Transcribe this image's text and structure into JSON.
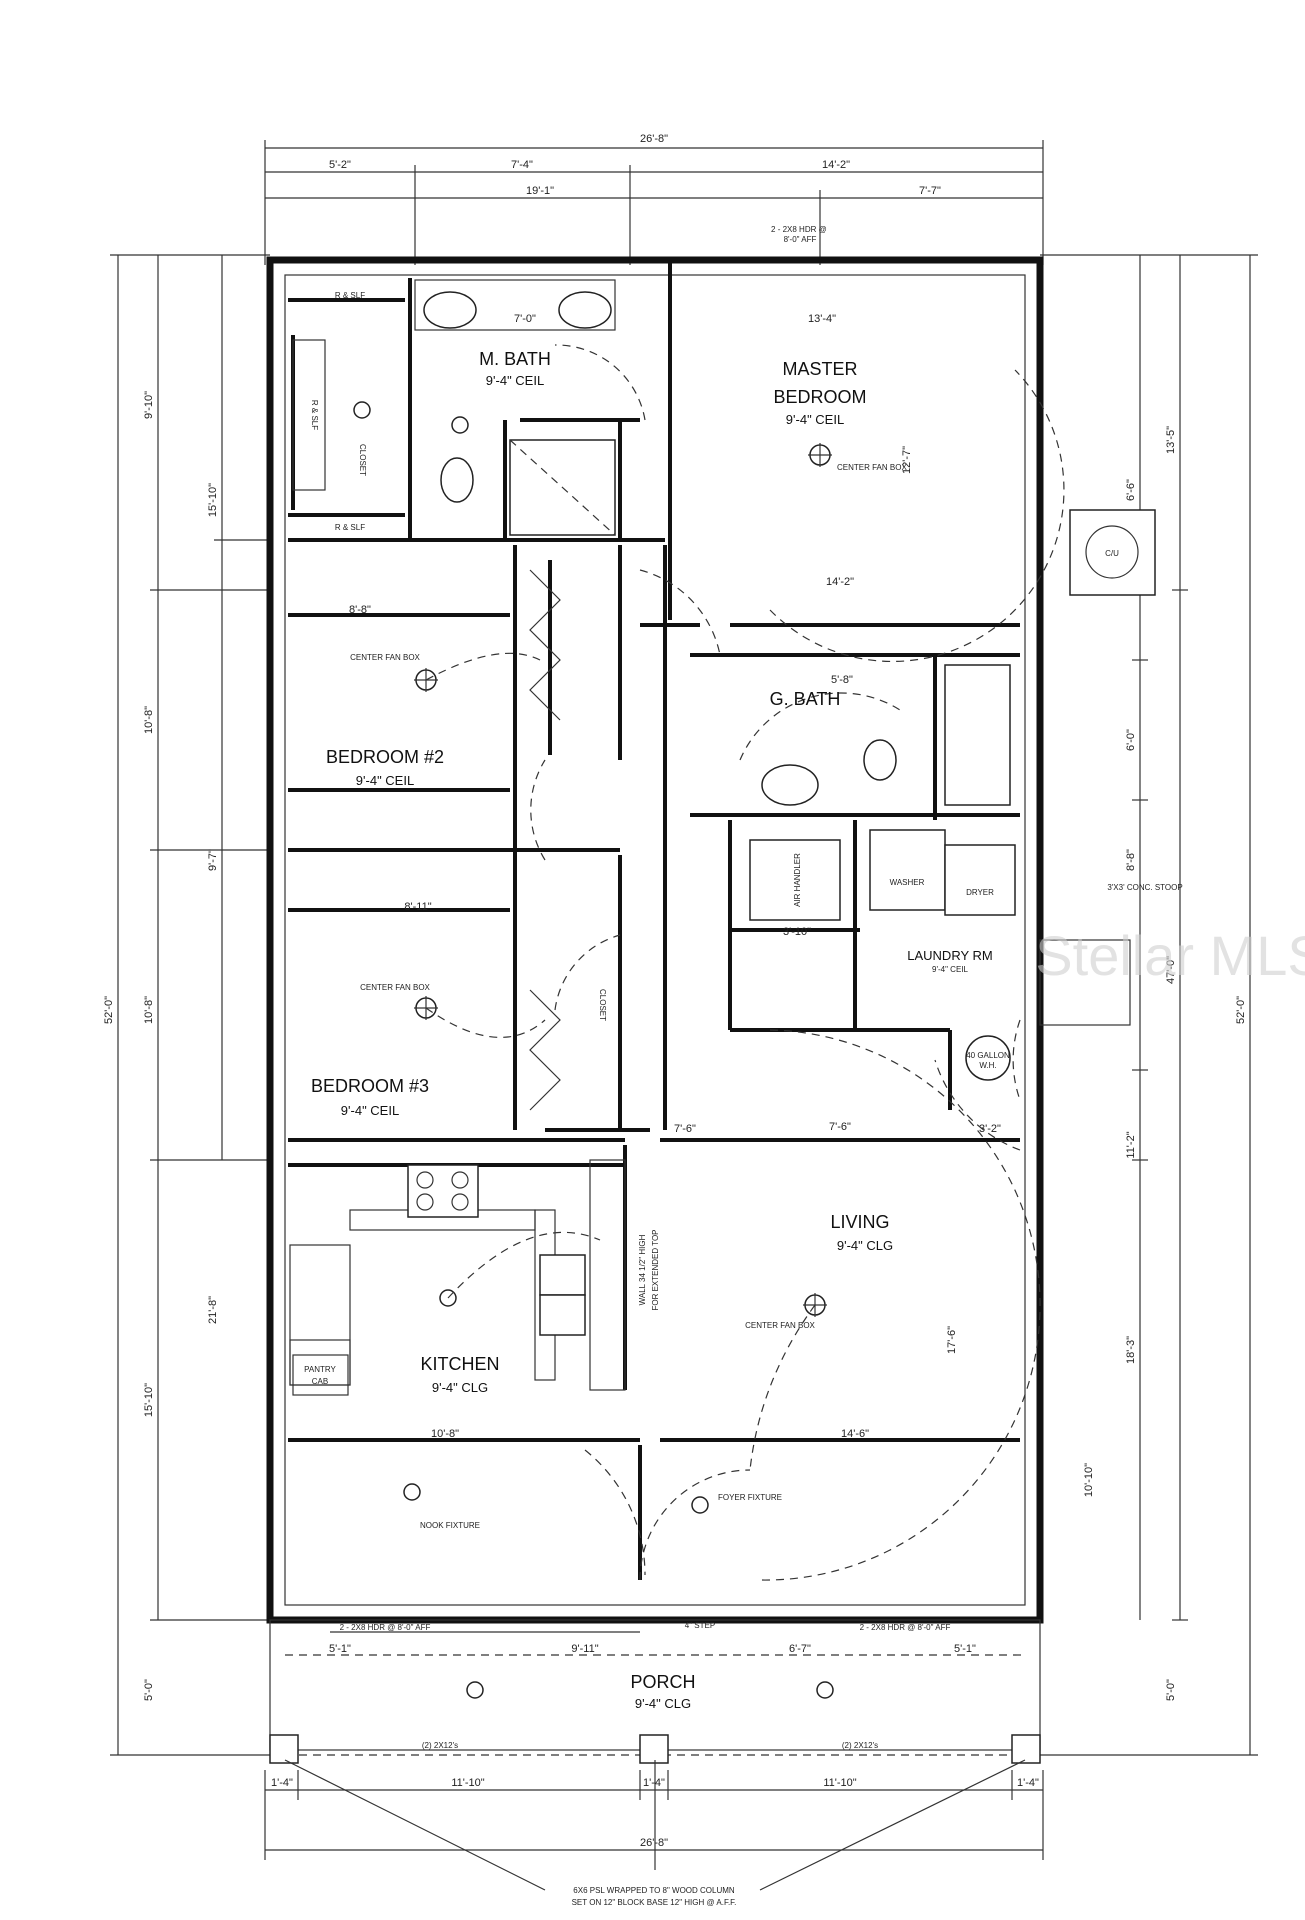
{
  "overall": {
    "width_top": "26'-8\"",
    "width_bottom": "26'-8\"",
    "depth_left": "52'-0\"",
    "depth_right": "52'-0\""
  },
  "top_dims": {
    "row1": [
      "5'-2\"",
      "7'-4\"",
      "14'-2\""
    ],
    "row2": [
      "19'-1\"",
      "7'-7\""
    ],
    "header_note": "2 - 2X8 HDR @\n8'-0\" AFF"
  },
  "left_dims": {
    "outer": [
      "9'-10\"",
      "15'-10\"",
      "10'-8\"",
      "9'-7\"",
      "10'-8\"",
      "21'-8\"",
      "15'-10\"",
      "5'-0\""
    ]
  },
  "right_dims": {
    "outer": [
      "13'-5\"",
      "6'-6\"",
      "6'-0\"",
      "8'-8\"",
      "47'-0\"",
      "11'-2\"",
      "18'-3\"",
      "10'-10\"",
      "5'-0\""
    ]
  },
  "rooms": {
    "master": {
      "name": "MASTER\nBEDROOM",
      "ceil": "9'-4\" CEIL"
    },
    "mbath": {
      "name": "M. BATH",
      "ceil": "9'-4\" CEIL"
    },
    "bed2": {
      "name": "BEDROOM #2",
      "ceil": "9'-4\" CEIL"
    },
    "bed3": {
      "name": "BEDROOM #3",
      "ceil": "9'-4\"  CEIL"
    },
    "gbath": {
      "name": "G. BATH"
    },
    "laundry": {
      "name": "LAUNDRY RM",
      "ceil": "9'-4\" CEIL"
    },
    "living": {
      "name": "LIVING",
      "ceil": "9'-4\" CLG"
    },
    "kitchen": {
      "name": "KITCHEN",
      "ceil": "9'-4\" CLG"
    },
    "porch": {
      "name": "PORCH",
      "ceil": "9'-4\" CLG"
    }
  },
  "labels": {
    "rslf_top": "R & SLF",
    "rslf_bot": "R & SLF",
    "rslf_side": "R & SLF",
    "closet": "CLOSET",
    "center_fan": "CENTER\nFAN BOX",
    "nook": "NOOK\nFIXTURE",
    "foyer": "FOYER\nFIXTURE",
    "pantry": "PANTRY\nCAB",
    "washer": "WASHER",
    "dryer": "DRYER",
    "air_handler": "AIR\nHANDLER",
    "wall_note": "WALL 34 1/2\" HIGH\nFOR EXTENDED TOP",
    "step": "4\" STEP",
    "slab": "3'X3' CONC. STOOP",
    "wh": "40 GALLON\nW.H.",
    "column_note": "6X6 PSL WRAPPED TO 8\" WOOD COLUMN\nSET ON 12\" BLOCK BASE 12\" HIGH @ A.F.F.",
    "beam": "(2) 2X12's",
    "cu": "C/U",
    "hdr_porch_l": "2 - 2X8 HDR @\n8'-0\" AFF",
    "hdr_porch_r": "2 - 2X8 HDR @\n8'-0\" AFF",
    "watermark": "Stellar MLS"
  },
  "inner_dims": {
    "mbath_w": "7'-0\"",
    "master_w": "13'-4\"",
    "master_h": "12'-7\"",
    "master_w2": "14'-2\"",
    "bed2_w": "8'-8\"",
    "bed3_w": "8'-11\"",
    "living_w": "14'-6\"",
    "living_h": "17'-6\"",
    "kitchen_w": "10'-8\"",
    "gbath_w": "5'-8\"",
    "laundry_w": "3'-10\"",
    "porch_l": "5'-1\"",
    "porch_m": "9'-11\"",
    "porch_r1": "6'-7\"",
    "porch_r2": "5'-1\"",
    "bot_l": "11'-10\"",
    "bot_r": "11'-10\"",
    "bot_c1": "1'-4\"",
    "bot_c2": "1'-4\"",
    "bot_c3": "1'-4\"",
    "mid_76": "7'-6\"",
    "mid_32": "3'-2\""
  }
}
